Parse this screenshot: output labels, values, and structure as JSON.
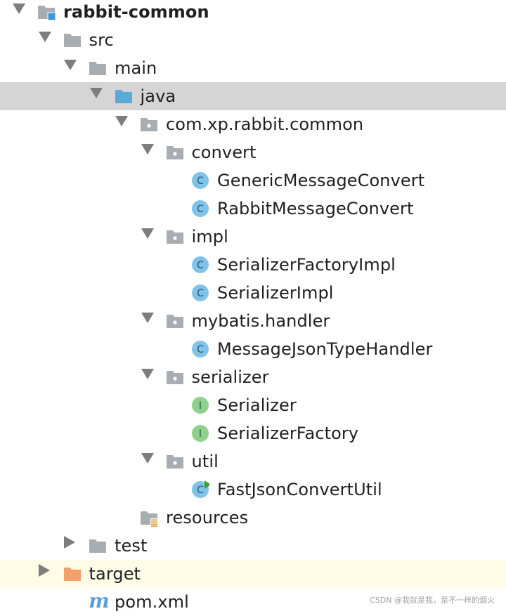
{
  "tree": [
    {
      "label": "rabbit-common",
      "depth": 0,
      "arrow": "down",
      "icon": "module-folder",
      "bold": true,
      "state": ""
    },
    {
      "label": "src",
      "depth": 1,
      "arrow": "down",
      "icon": "folder",
      "state": ""
    },
    {
      "label": "main",
      "depth": 2,
      "arrow": "down",
      "icon": "folder",
      "state": ""
    },
    {
      "label": "java",
      "depth": 3,
      "arrow": "down",
      "icon": "source-folder",
      "state": "selected"
    },
    {
      "label": "com.xp.rabbit.common",
      "depth": 4,
      "arrow": "down",
      "icon": "package",
      "state": ""
    },
    {
      "label": "convert",
      "depth": 5,
      "arrow": "down",
      "icon": "package",
      "state": ""
    },
    {
      "label": "GenericMessageConvert",
      "depth": 6,
      "arrow": "none",
      "icon": "class",
      "state": ""
    },
    {
      "label": "RabbitMessageConvert",
      "depth": 6,
      "arrow": "none",
      "icon": "class",
      "state": ""
    },
    {
      "label": "impl",
      "depth": 5,
      "arrow": "down",
      "icon": "package",
      "state": ""
    },
    {
      "label": "SerializerFactoryImpl",
      "depth": 6,
      "arrow": "none",
      "icon": "class",
      "state": ""
    },
    {
      "label": "SerializerImpl",
      "depth": 6,
      "arrow": "none",
      "icon": "class",
      "state": ""
    },
    {
      "label": "mybatis.handler",
      "depth": 5,
      "arrow": "down",
      "icon": "package",
      "state": ""
    },
    {
      "label": "MessageJsonTypeHandler",
      "depth": 6,
      "arrow": "none",
      "icon": "class",
      "state": ""
    },
    {
      "label": "serializer",
      "depth": 5,
      "arrow": "down",
      "icon": "package",
      "state": ""
    },
    {
      "label": "Serializer",
      "depth": 6,
      "arrow": "none",
      "icon": "interface",
      "state": ""
    },
    {
      "label": "SerializerFactory",
      "depth": 6,
      "arrow": "none",
      "icon": "interface",
      "state": ""
    },
    {
      "label": "util",
      "depth": 5,
      "arrow": "down",
      "icon": "package",
      "state": ""
    },
    {
      "label": "FastJsonConvertUtil",
      "depth": 6,
      "arrow": "none",
      "icon": "runnable-class",
      "state": ""
    },
    {
      "label": "resources",
      "depth": 4,
      "arrow": "none",
      "icon": "resources-folder",
      "state": ""
    },
    {
      "label": "test",
      "depth": 2,
      "arrow": "right",
      "icon": "folder",
      "state": ""
    },
    {
      "label": "target",
      "depth": 1,
      "arrow": "right",
      "icon": "excluded-folder",
      "state": "highlight"
    },
    {
      "label": "pom.xml",
      "depth": 2,
      "arrow": "none",
      "icon": "maven-file",
      "state": ""
    }
  ],
  "icon_text": {
    "class": "C",
    "interface": "I",
    "maven": "m"
  },
  "colors": {
    "folder": "#a8adb2",
    "source_folder": "#5aa9d6",
    "excluded_folder": "#f2a06b",
    "class": "#7fc4e8",
    "interface": "#8fd08a",
    "run_marker": "#3f9e2a",
    "resources_lines": "#d99a2b",
    "maven": "#5aa0d9",
    "module_badge": "#3a9ad9"
  },
  "watermark": "CSDN @我就是我，是不一样的烟火"
}
